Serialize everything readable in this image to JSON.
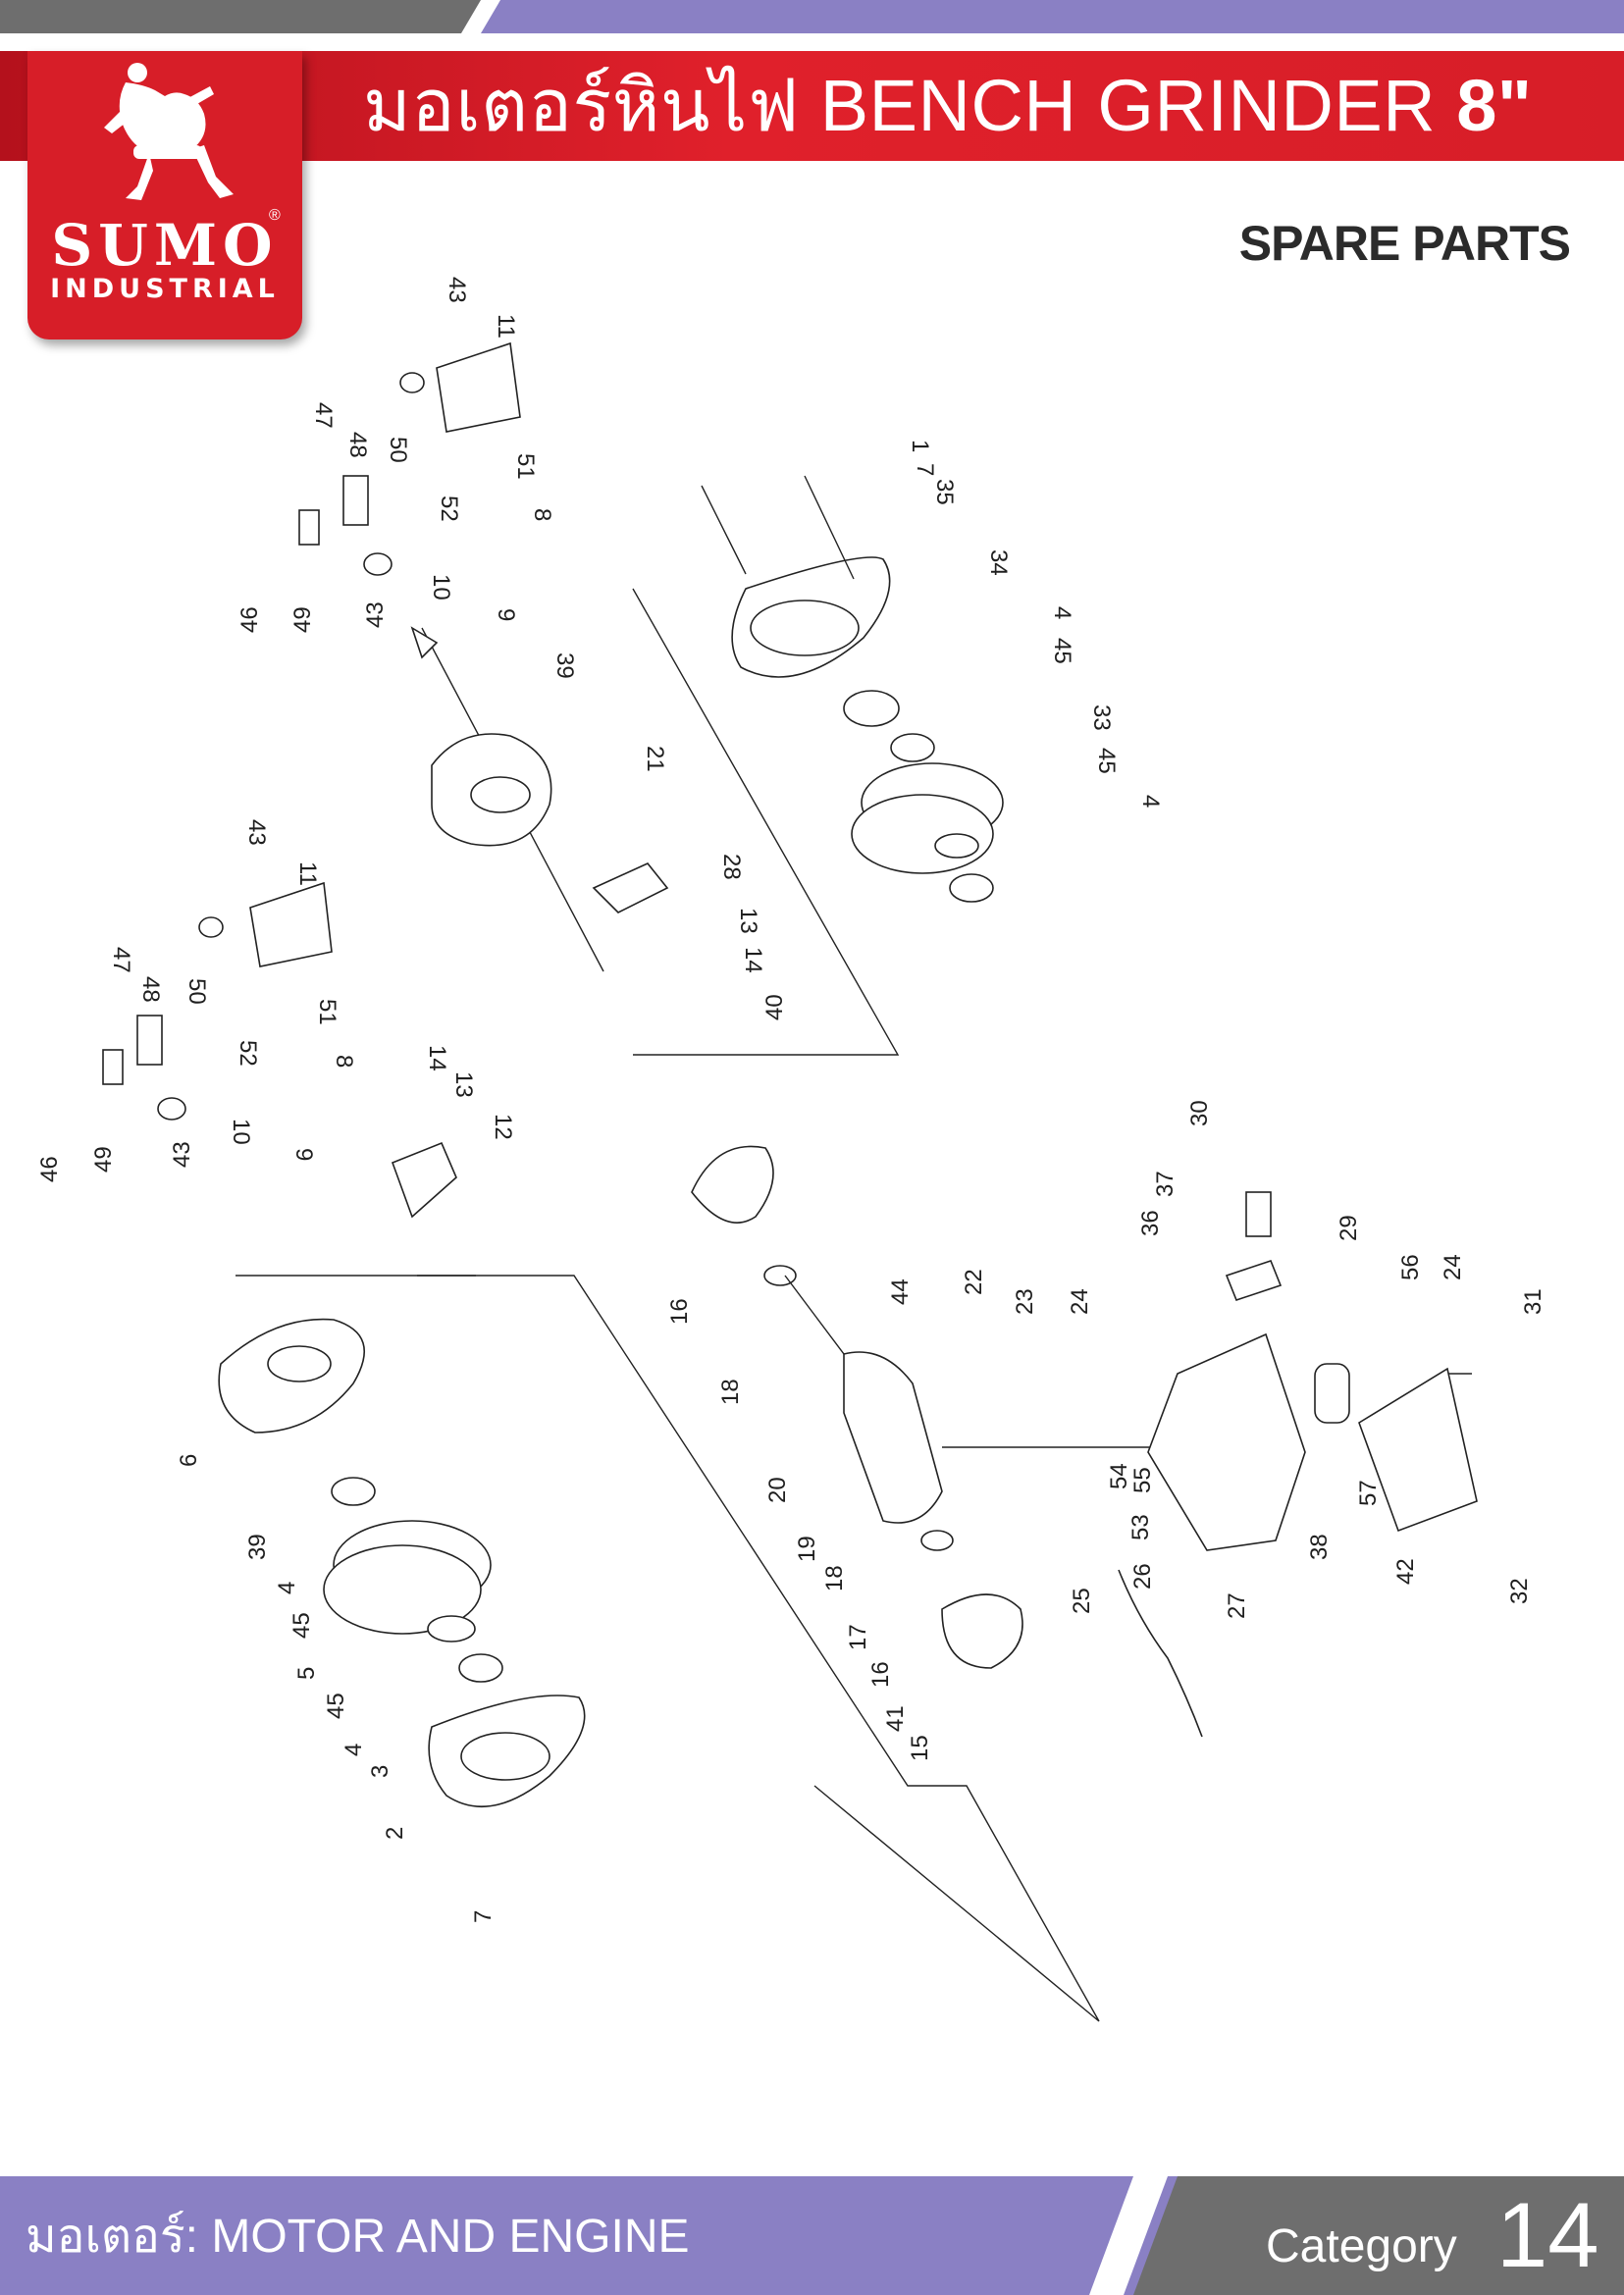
{
  "header": {
    "title": "มอเตอร์หินไฟ BENCH GRINDER",
    "size": "8\""
  },
  "logo": {
    "brand": "SUMO",
    "sub": "INDUSTRIAL",
    "registered_mark": "®"
  },
  "subtitle": "SPARE PARTS",
  "footer": {
    "category_text": "มอเตอร์: MOTOR AND ENGINE",
    "category_label": "Category",
    "category_number": "14"
  },
  "colors": {
    "header_red": "#d71e28",
    "strip_gray": "#6e6e6e",
    "strip_purple": "#8a80c4",
    "footer_purple": "#8a80c4",
    "footer_gray": "#6e6e6e"
  },
  "callouts": [
    "1",
    "2",
    "3",
    "4",
    "5",
    "6",
    "7",
    "8",
    "9",
    "10",
    "11",
    "12",
    "13",
    "14",
    "15",
    "16",
    "17",
    "18",
    "19",
    "20",
    "21",
    "22",
    "23",
    "24",
    "25",
    "26",
    "27",
    "28",
    "29",
    "30",
    "31",
    "32",
    "33",
    "34",
    "35",
    "36",
    "37",
    "38",
    "39",
    "40",
    "41",
    "42",
    "43",
    "44",
    "45",
    "46",
    "47",
    "48",
    "49",
    "50",
    "51",
    "52",
    "53",
    "54",
    "55",
    "56",
    "57"
  ]
}
